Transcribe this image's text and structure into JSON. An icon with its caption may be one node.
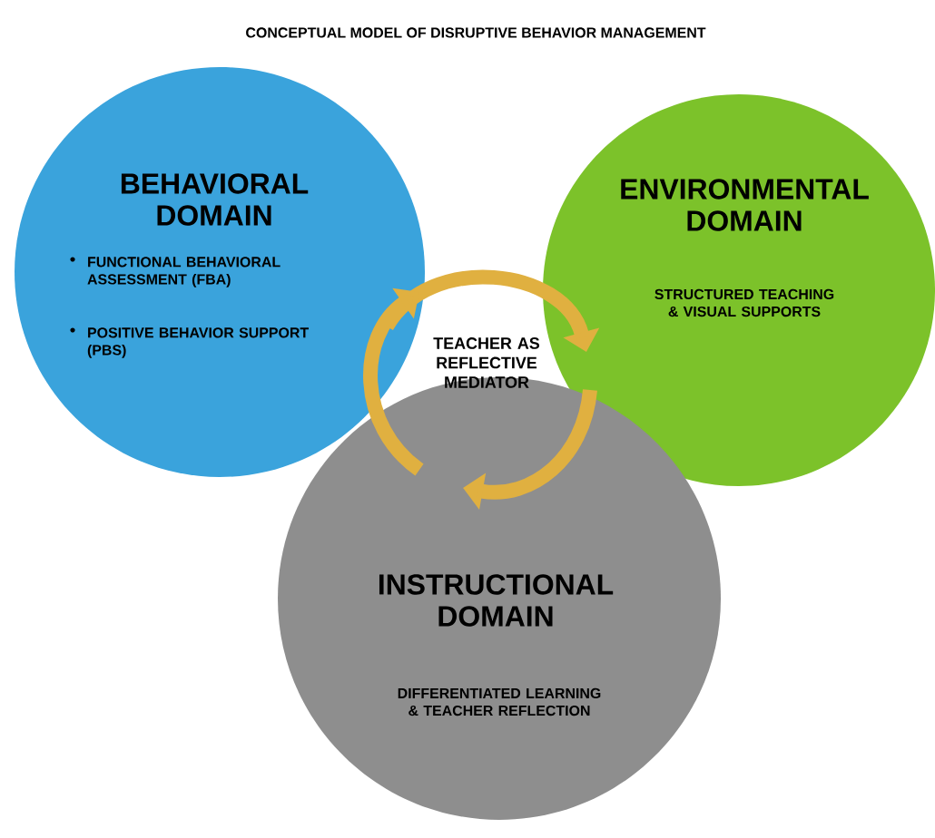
{
  "diagram": {
    "title": "CONCEPTUAL MODEL OF DISRUPTIVE BEHAVIOR MANAGEMENT",
    "nodes": [
      {
        "text": [
          "BEHAVIORAL DOMAIN",
          "FUNCTIONAL BEHAVIORAL ASSESSMENT (FBA)",
          "POSITIVE BEHAVIOR SUPPORT (PBS)"
        ]
      },
      {
        "text": [
          "ENVIRONMENTAL DOMAIN",
          "STRUCTURED TEACHING & VISUAL SUPPORTS"
        ]
      },
      {
        "text": [
          "INSTRUCTIONAL DOMAIN",
          "DIFFERENTIATED LEARNING & TEACHER REFLECTION"
        ]
      },
      {
        "text": [
          "TEACHER AS REFLECTIVE MEDIATOR"
        ]
      }
    ],
    "edges": [
      {
        "from": 0,
        "to": 1,
        "arrow": "to"
      },
      {
        "from": 1,
        "to": 2,
        "arrow": "to"
      },
      {
        "from": 2,
        "to": 0,
        "arrow": "to"
      }
    ]
  }
}
